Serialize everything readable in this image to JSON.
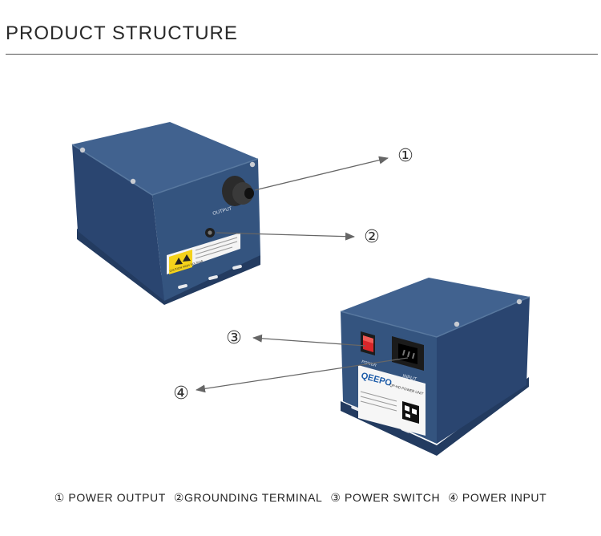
{
  "header": {
    "title": "PRODUCT STRUCTURE"
  },
  "callouts": [
    {
      "marker": "①"
    },
    {
      "marker": "②"
    },
    {
      "marker": "③"
    },
    {
      "marker": "④"
    }
  ],
  "device_front": {
    "output_label": "OUTPUT",
    "caution_text": "CAUTION HIGH VOLTAGE"
  },
  "device_back": {
    "power_label": "POWER",
    "input_label": "INPUT",
    "brand": "QEEPO",
    "model": "QP-HD POWER UNIT"
  },
  "legend": {
    "items": [
      "① POWER OUTPUT",
      "②GROUNDING TERMINAL",
      "③ POWER SWITCH",
      "④ POWER INPUT"
    ]
  },
  "colors": {
    "box_front": "#31507e",
    "box_side": "#263f66",
    "box_top": "#3e5e8c",
    "switch_red": "#d8262a",
    "arrow": "#666666"
  }
}
